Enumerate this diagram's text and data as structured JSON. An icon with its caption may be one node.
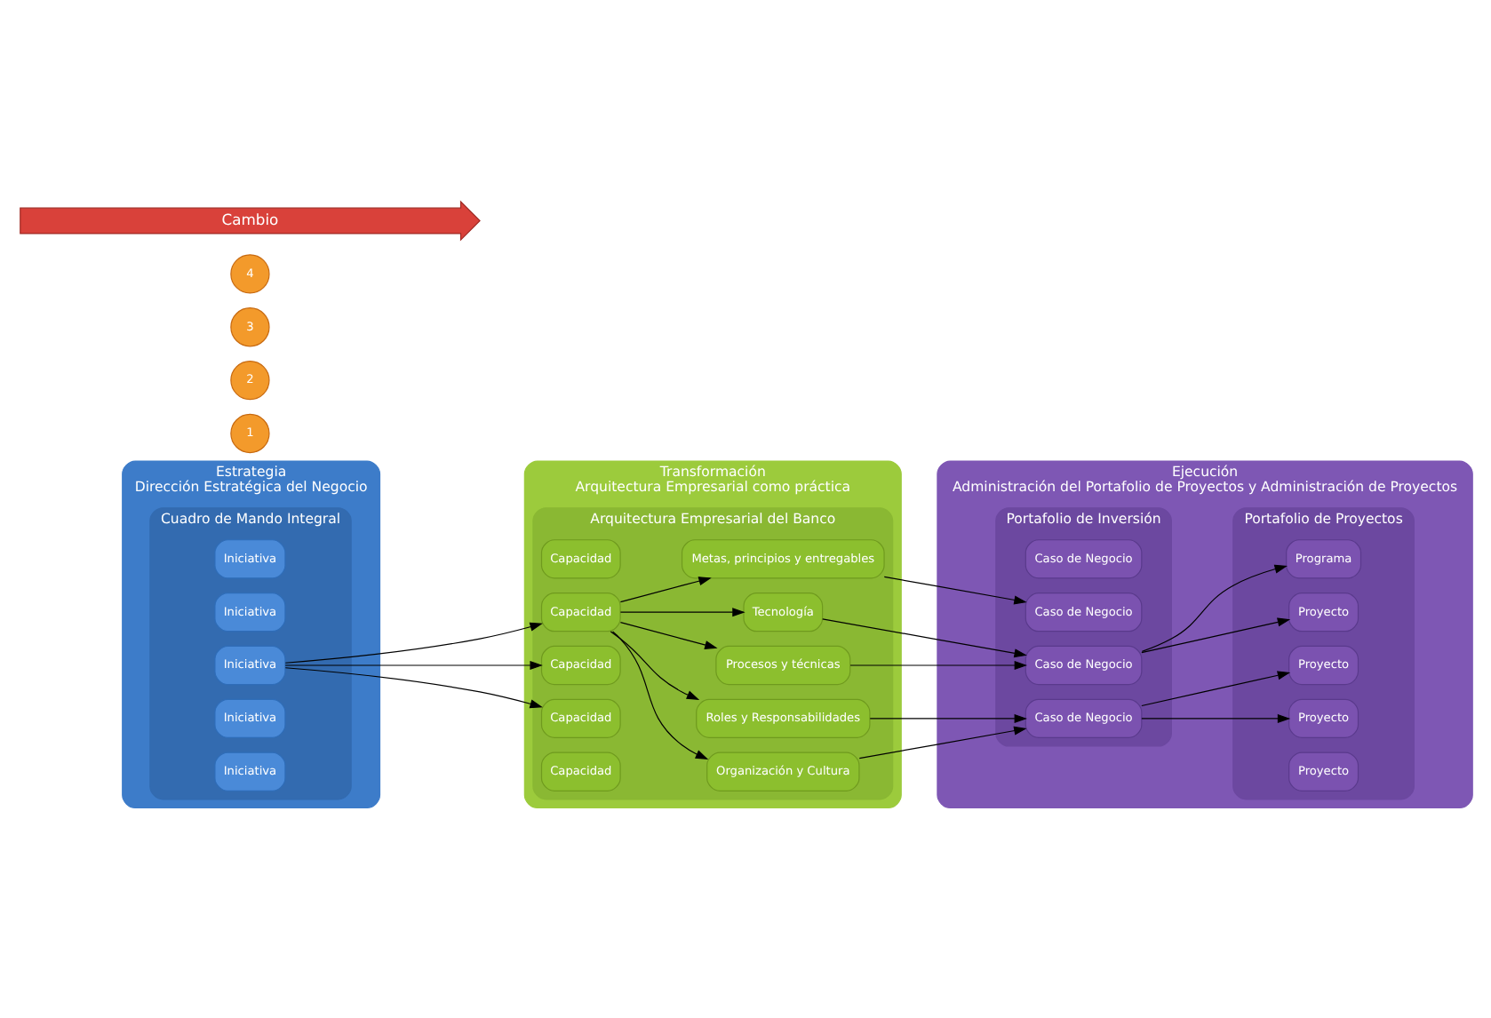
{
  "diagram": {
    "nodes": [
      {
        "text": [
          "Estrategia",
          "Dirección Estratégica del Negocio"
        ]
      },
      {
        "text": [
          "Cuadro de Mando Integral"
        ],
        "in": 0
      },
      {
        "text": [
          "Iniciativa"
        ],
        "in": 1
      },
      {
        "text": [
          "Iniciativa"
        ],
        "in": 1
      },
      {
        "text": [
          "Iniciativa"
        ],
        "in": 1
      },
      {
        "text": [
          "Iniciativa"
        ],
        "in": 1
      },
      {
        "text": [
          "Iniciativa"
        ],
        "in": 1
      },
      {
        "text": [
          "Transformación",
          "Arquitectura Empresarial como práctica"
        ]
      },
      {
        "text": [
          "Arquitectura Empresarial del Banco"
        ],
        "in": 7
      },
      {
        "text": [
          "Capacidad"
        ],
        "in": 8
      },
      {
        "text": [
          "Capacidad"
        ],
        "in": 8
      },
      {
        "text": [
          "Capacidad"
        ],
        "in": 8
      },
      {
        "text": [
          "Capacidad"
        ],
        "in": 8
      },
      {
        "text": [
          "Capacidad"
        ],
        "in": 8
      },
      {
        "text": [
          "Organización y Cultura"
        ],
        "in": 8
      },
      {
        "text": [
          "Procesos y técnicas"
        ],
        "in": 8
      },
      {
        "text": [
          "Roles y Responsabilidades"
        ],
        "in": 8
      },
      {
        "text": [
          "Tecnología"
        ],
        "in": 8
      },
      {
        "text": [
          "Metas, principios y entregables"
        ],
        "in": 8
      },
      {
        "text": [
          "Ejecución",
          "Administración del Portafolio de Proyectos y Administración de Proyectos"
        ]
      },
      {
        "text": [
          "Portafolio de Inversión"
        ],
        "in": 19
      },
      {
        "text": [
          "Caso de Negocio"
        ],
        "in": 20
      },
      {
        "text": [
          "Caso de Negocio"
        ],
        "in": 20
      },
      {
        "text": [
          "Caso de Negocio"
        ],
        "in": 20
      },
      {
        "text": [
          "Caso de Negocio"
        ],
        "in": 20
      },
      {
        "text": [
          "Portafolio de Proyectos"
        ],
        "in": 19
      },
      {
        "text": [
          "Proyecto"
        ],
        "in": 25
      },
      {
        "text": [
          "Proyecto"
        ],
        "in": 25
      },
      {
        "text": [
          "Programa"
        ],
        "in": 25
      },
      {
        "text": [
          "Proyecto"
        ],
        "in": 25
      },
      {
        "text": [
          "Proyecto"
        ],
        "in": 25
      },
      {
        "text": [
          "1"
        ]
      },
      {
        "text": [
          "2"
        ]
      },
      {
        "text": [
          "3"
        ]
      },
      {
        "text": [
          "4"
        ]
      },
      {
        "text": [
          "Cambio"
        ]
      }
    ],
    "edges": [
      {
        "from": 4,
        "to": 10,
        "arrow": "to"
      },
      {
        "from": 4,
        "to": 11,
        "arrow": "to"
      },
      {
        "from": 4,
        "to": 12,
        "arrow": "to"
      },
      {
        "from": 11,
        "to": 14,
        "arrow": "to"
      },
      {
        "from": 11,
        "to": 15,
        "arrow": "to"
      },
      {
        "from": 11,
        "to": 16,
        "arrow": "to"
      },
      {
        "from": 11,
        "to": 17,
        "arrow": "to"
      },
      {
        "from": 11,
        "to": 18,
        "arrow": "to"
      },
      {
        "from": 14,
        "to": 22,
        "arrow": "to"
      },
      {
        "from": 15,
        "to": 23,
        "arrow": "to"
      },
      {
        "from": 16,
        "to": 22,
        "arrow": "to"
      },
      {
        "from": 17,
        "to": 23,
        "arrow": "to"
      },
      {
        "from": 18,
        "to": 24,
        "arrow": "to"
      },
      {
        "from": 22,
        "to": 26,
        "arrow": "to"
      },
      {
        "from": 22,
        "to": 27,
        "arrow": "to"
      },
      {
        "from": 23,
        "to": 28,
        "arrow": "to"
      },
      {
        "from": 23,
        "to": 29,
        "arrow": "to"
      }
    ]
  }
}
